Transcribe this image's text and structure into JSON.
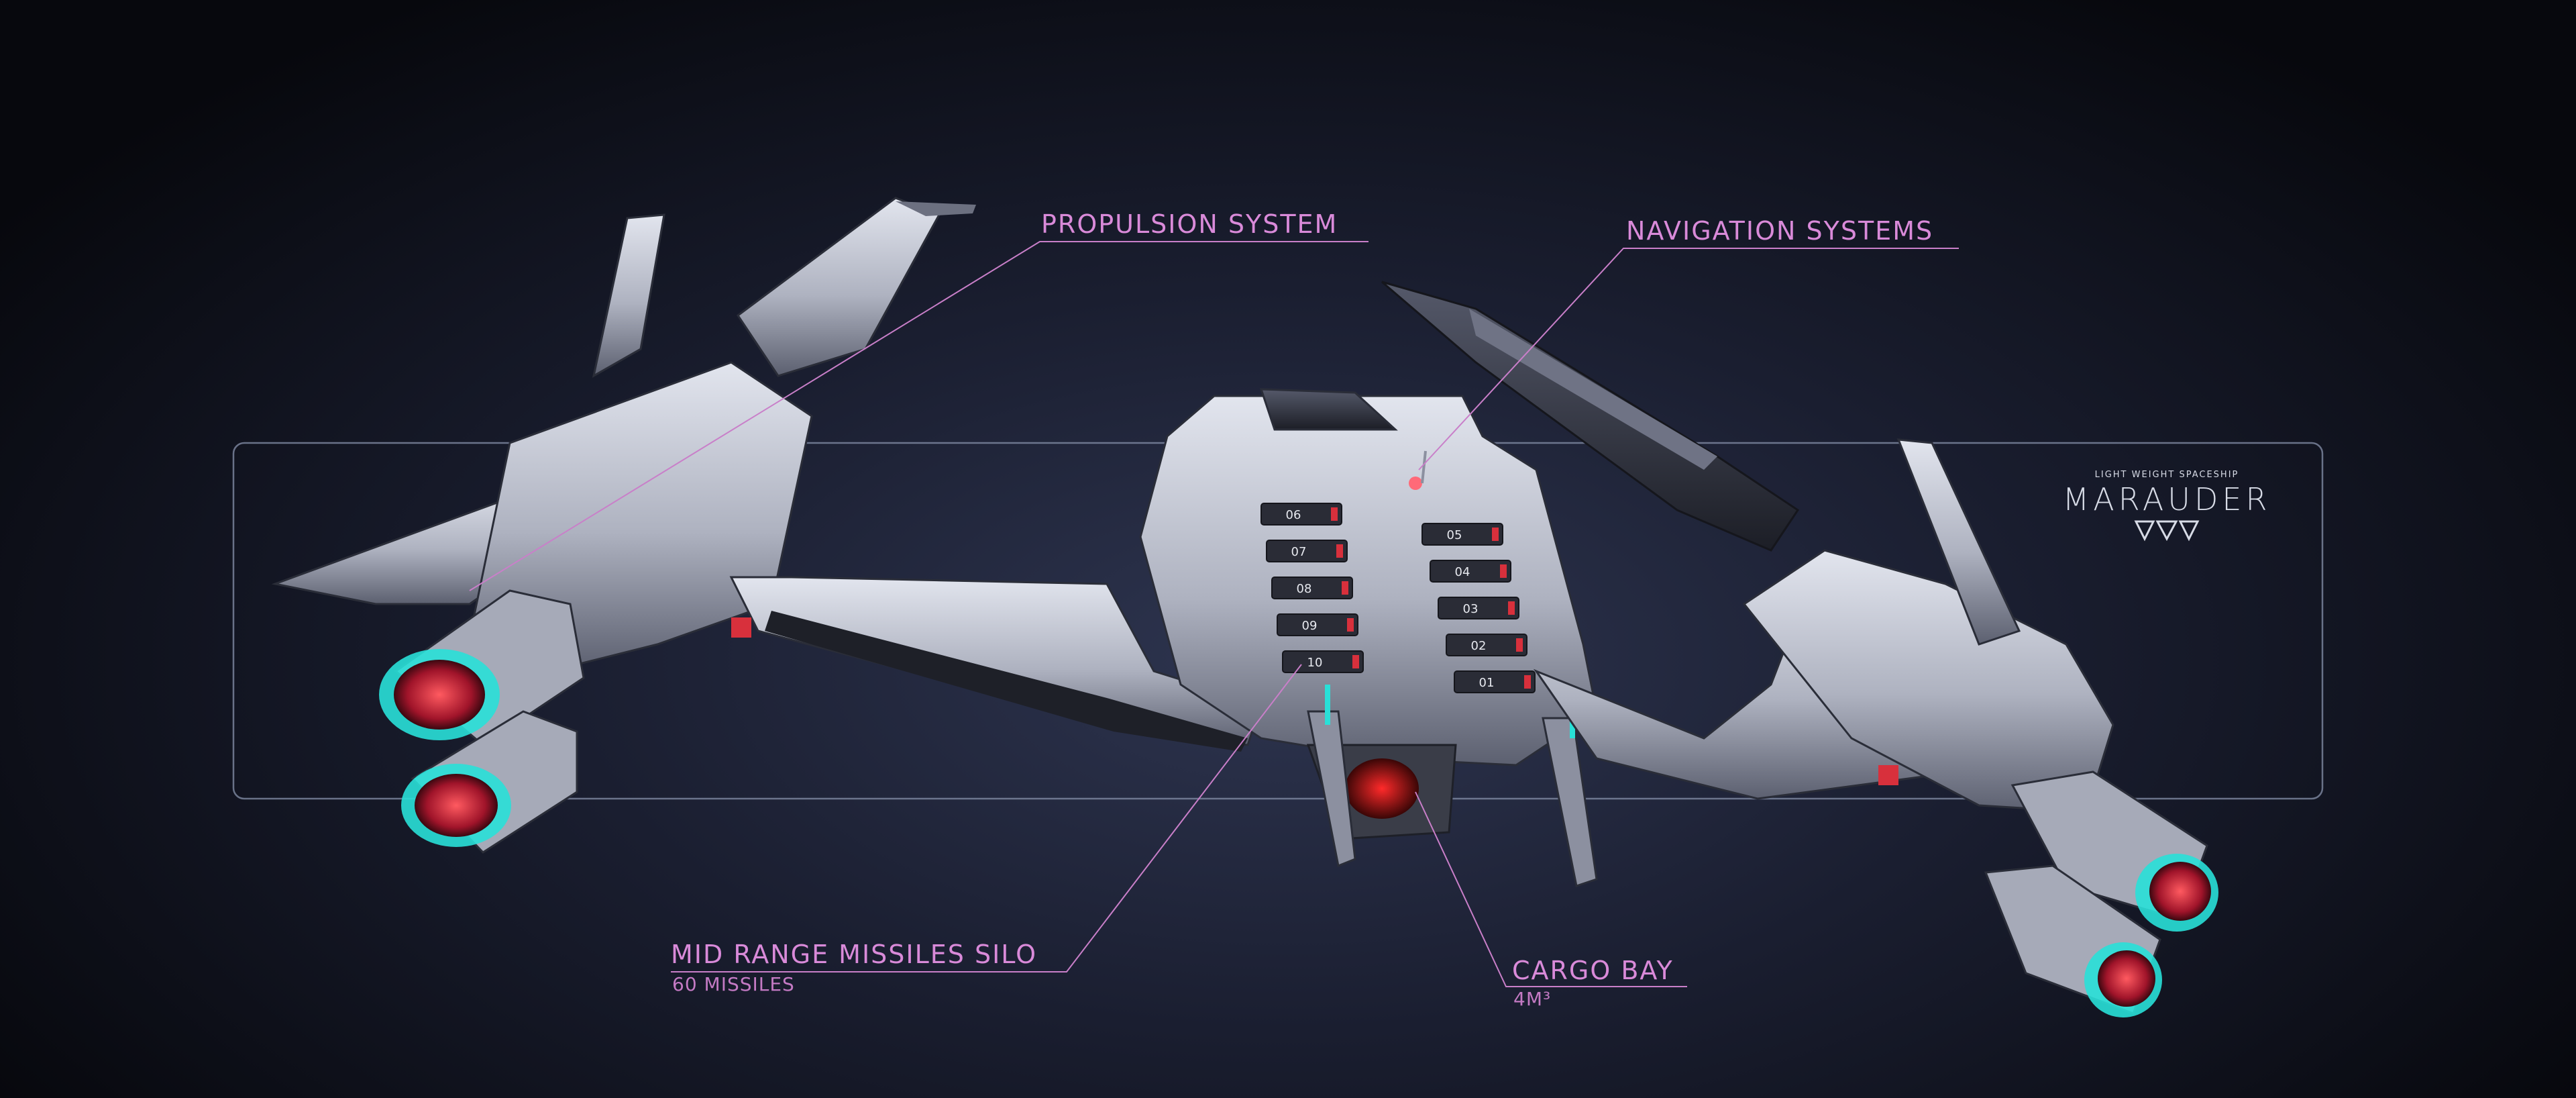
{
  "callouts": {
    "propulsion": {
      "title": "PROPULSION SYSTEM"
    },
    "navigation": {
      "title": "NAVIGATION SYSTEMS"
    },
    "missiles": {
      "title": "MID RANGE MISSILES SILO",
      "detail": "60 MISSILES"
    },
    "cargo": {
      "title": "CARGO BAY",
      "detail": "4M³"
    }
  },
  "brand": {
    "subtitle": "LIGHT WEIGHT SPACESHIP",
    "name": "MARAUDER",
    "logo_icon": "triple-chevron-logo-icon"
  },
  "silo_numbers": {
    "left": [
      "06",
      "07",
      "08",
      "09",
      "10"
    ],
    "right": [
      "05",
      "04",
      "03",
      "02",
      "01"
    ]
  },
  "colors": {
    "accent": "#d98ad9",
    "engine_glow": "#29e0d8",
    "engine_core": "#e03040",
    "hull": "#c9ccd6",
    "panel_frame": "#7f8aa3"
  }
}
